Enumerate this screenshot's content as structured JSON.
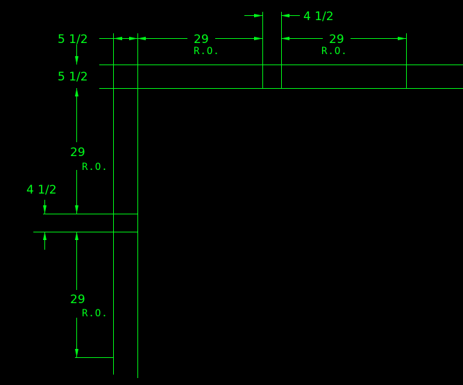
{
  "drawing": {
    "background": "#000000",
    "line_color": "#00ff1a",
    "top_left_width": "5 1/2",
    "top_left_height": "5 1/2",
    "top_gap": "4 1/2",
    "top_opening_1": "29",
    "top_opening_1_note": "R.O.",
    "top_opening_2": "29",
    "top_opening_2_note": "R.O.",
    "left_opening_1": "29",
    "left_opening_1_note": "R.O.",
    "left_gap": "4 1/2",
    "left_opening_2": "29",
    "left_opening_2_note": "R.O."
  }
}
